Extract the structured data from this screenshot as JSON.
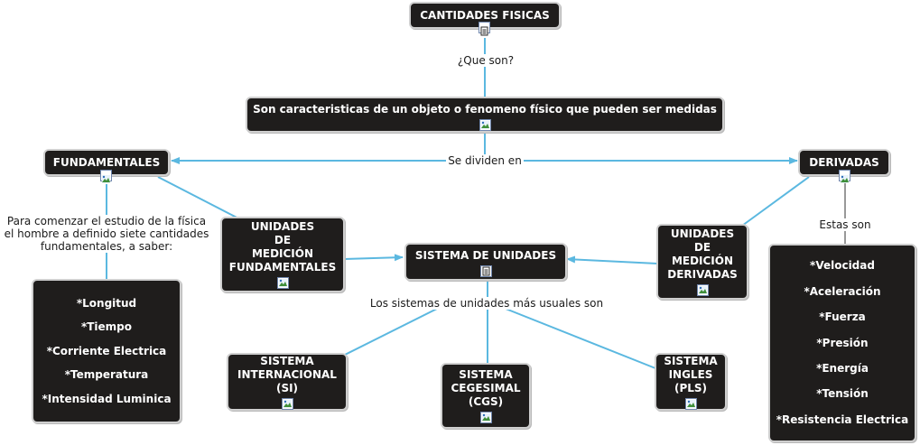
{
  "colors": {
    "node_bg": "#1f1d1c",
    "node_border": "#cfcfcf",
    "connector": "#5bb8e0",
    "text_dark": "#1a1a1a"
  },
  "nodes": {
    "cantidades_fisicas": {
      "label": "CANTIDADES FISICAS",
      "icon": "document-icon"
    },
    "definicion": {
      "label": "Son caracteristicas de un objeto o fenomeno físico que pueden ser medidas",
      "icon": "image-icon"
    },
    "fundamentales": {
      "label": "FUNDAMENTALES",
      "icon": "image-icon"
    },
    "derivadas": {
      "label": "DERIVADAS",
      "icon": "image-icon"
    },
    "unidades_fundamentales": {
      "label": "UNIDADES\nDE\nMEDICIÓN\nFUNDAMENTALES",
      "icon": "image-icon"
    },
    "sistema_unidades": {
      "label": "SISTEMA DE UNIDADES",
      "icon": "document-icon"
    },
    "unidades_derivadas": {
      "label": "UNIDADES\nDE\nMEDICIÓN\nDERIVADAS",
      "icon": "image-icon"
    },
    "si": {
      "label": "SISTEMA\nINTERNACIONAL\n(SI)",
      "icon": "image-icon"
    },
    "cgs": {
      "label": "SISTEMA\nCEGESIMAL\n(CGS)",
      "icon": "image-icon"
    },
    "pls": {
      "label": "SISTEMA\nINGLES\n(PLS)",
      "icon": "image-icon"
    }
  },
  "lists": {
    "fundamentales_items": [
      "*Longitud",
      "*Tiempo",
      "*Corriente Electrica",
      "*Temperatura",
      "*Intensidad Luminica"
    ],
    "derivadas_items": [
      "*Velocidad",
      "*Aceleración",
      "*Fuerza",
      "*Presión",
      "*Energía",
      "*Tensión",
      "*Resistencia Electrica"
    ]
  },
  "labels": {
    "que_son": "¿Que son?",
    "se_dividen": "Se dividen en",
    "para_comenzar": "Para comenzar el estudio de la física\nel hombre a definido siete cantidades\nfundamentales, a saber:",
    "estas_son": "Estas son",
    "sistemas_usuales": "Los sistemas de unidades más usuales son"
  }
}
